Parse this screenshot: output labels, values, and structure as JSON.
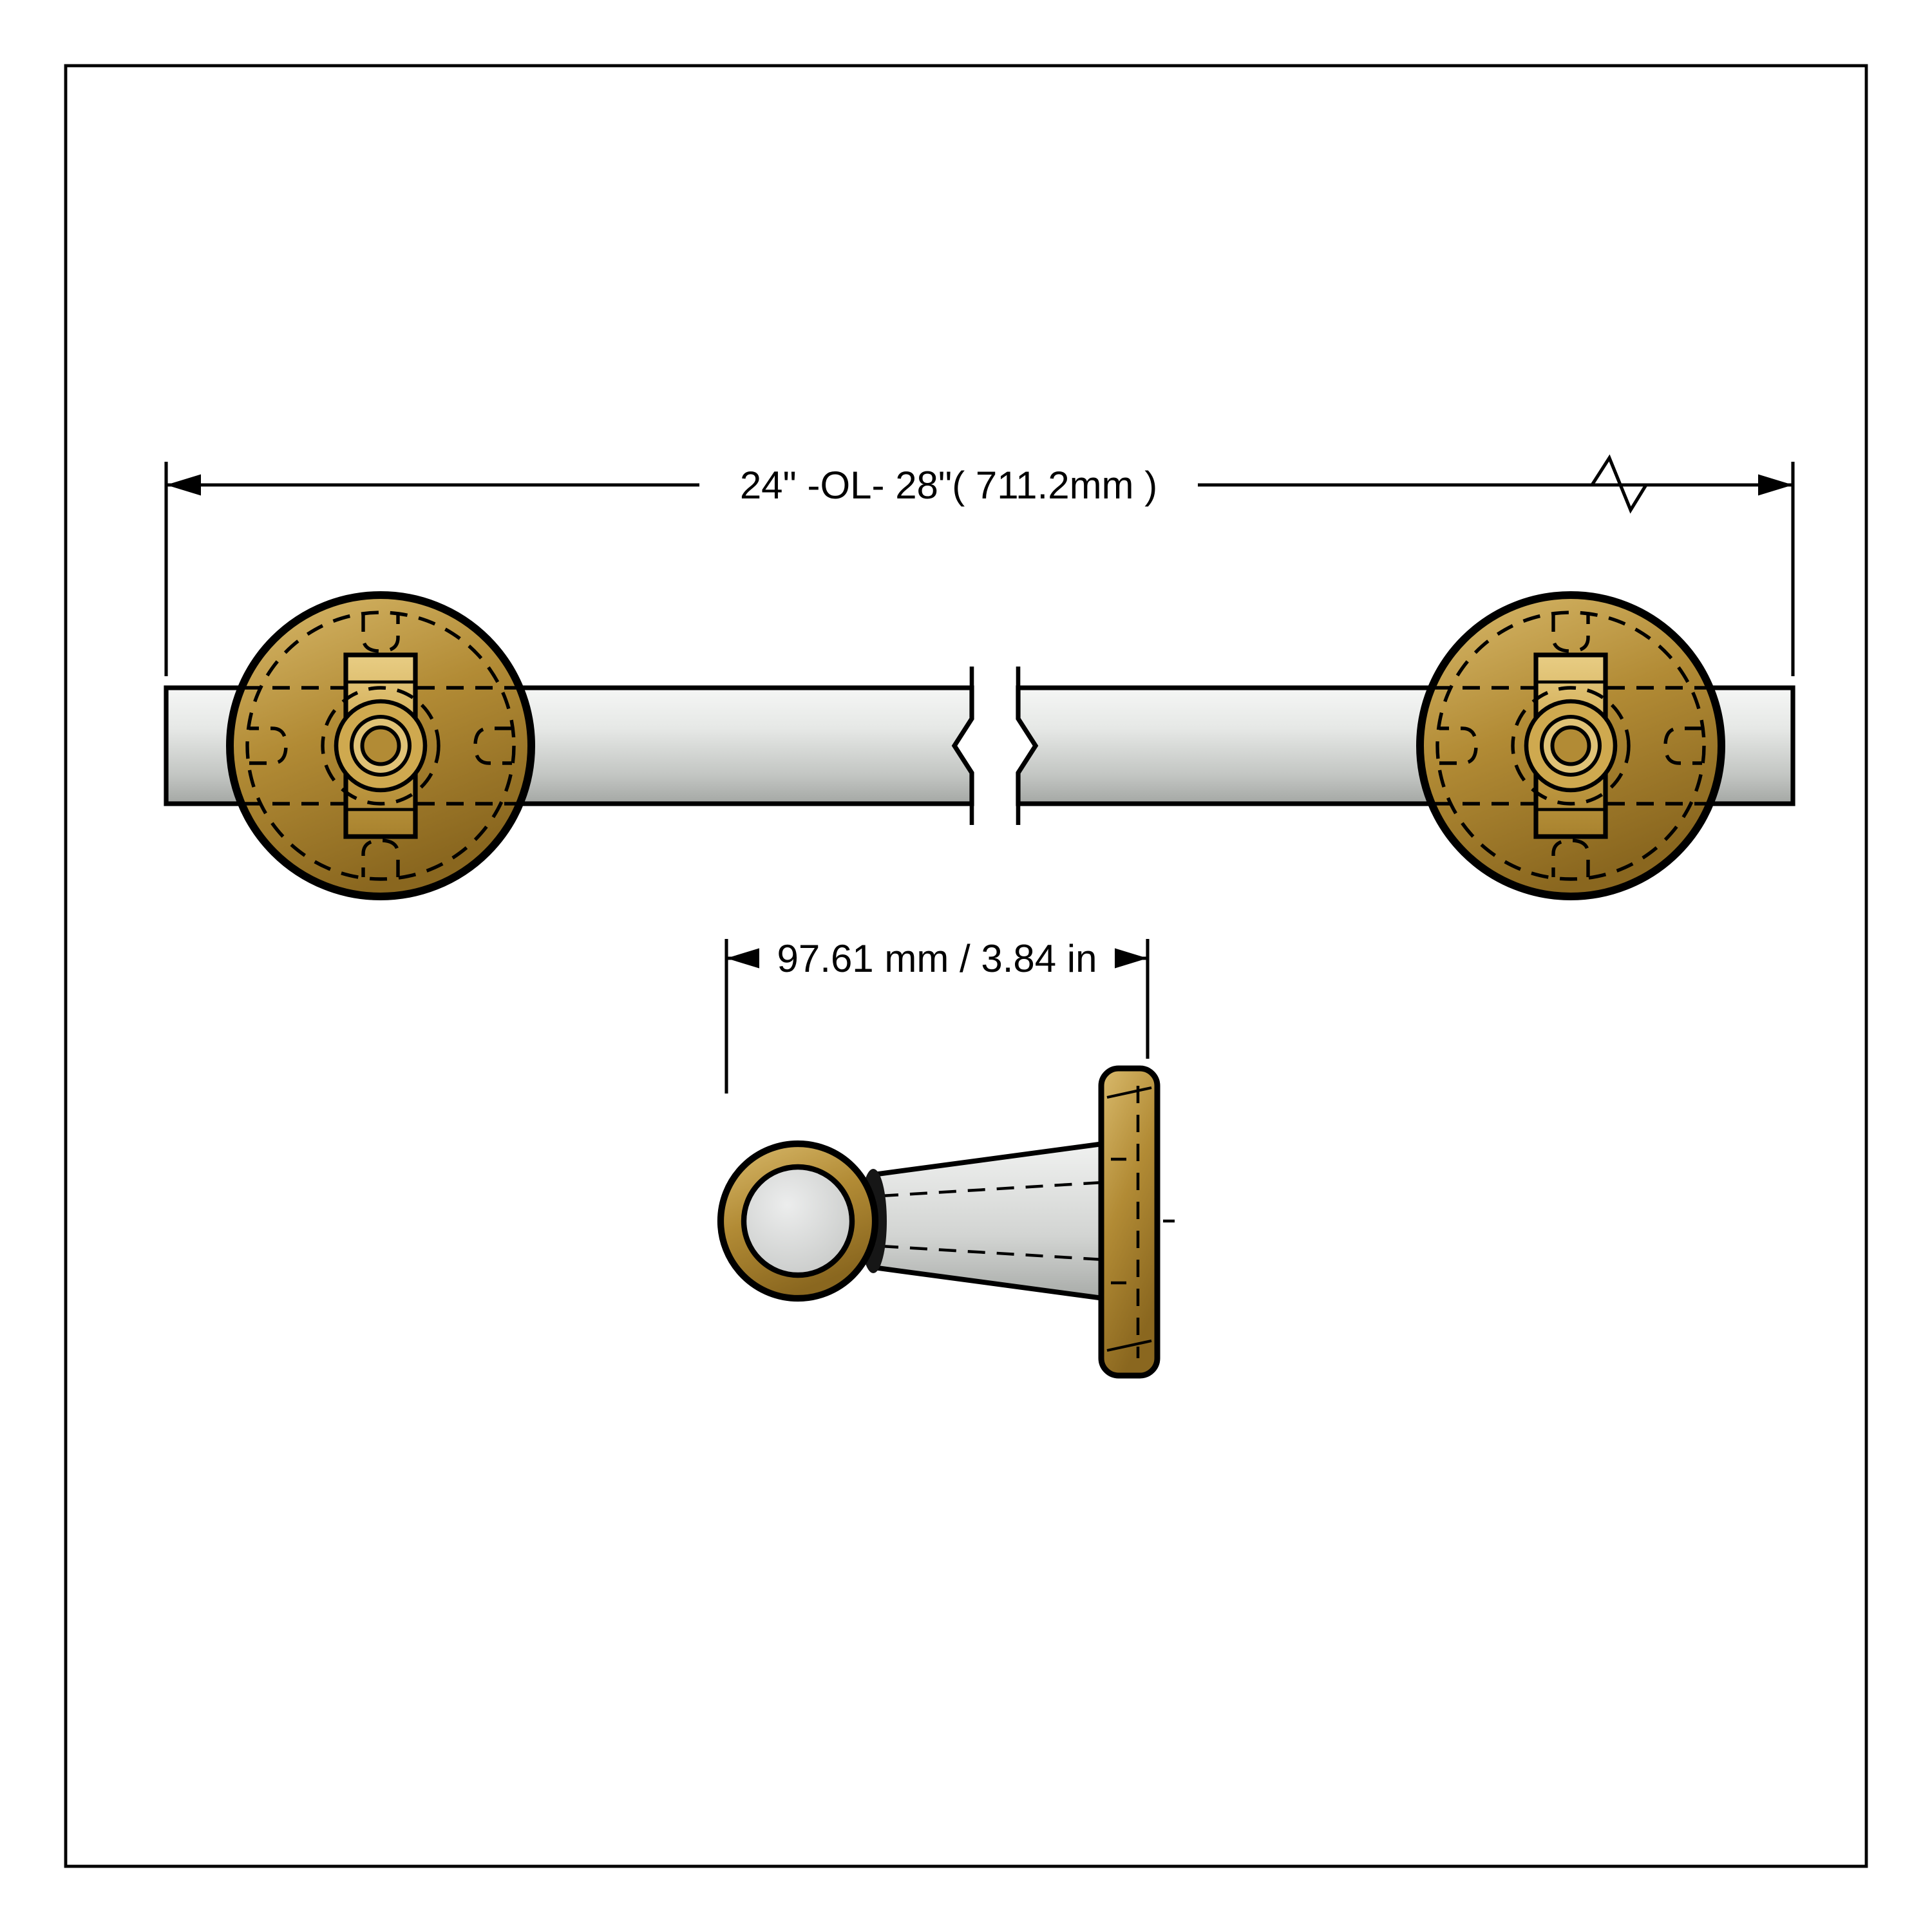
{
  "drawing": {
    "type": "technical-drawing",
    "subject": "grab-bar-with-mounting-flanges",
    "views": {
      "front": {
        "dimension_label": "24\" -OL- 28\"( 711.2mm )"
      },
      "side": {
        "dimension_label": "97.61 mm / 3.84 in"
      }
    },
    "colors": {
      "brass": "#b28b35",
      "brass_light": "#dcbd6e",
      "brass_dark": "#8a671f",
      "steel_light": "#f2f3f2",
      "steel_dark": "#a6a9a6",
      "outline": "#000000",
      "background": "#ffffff"
    }
  }
}
